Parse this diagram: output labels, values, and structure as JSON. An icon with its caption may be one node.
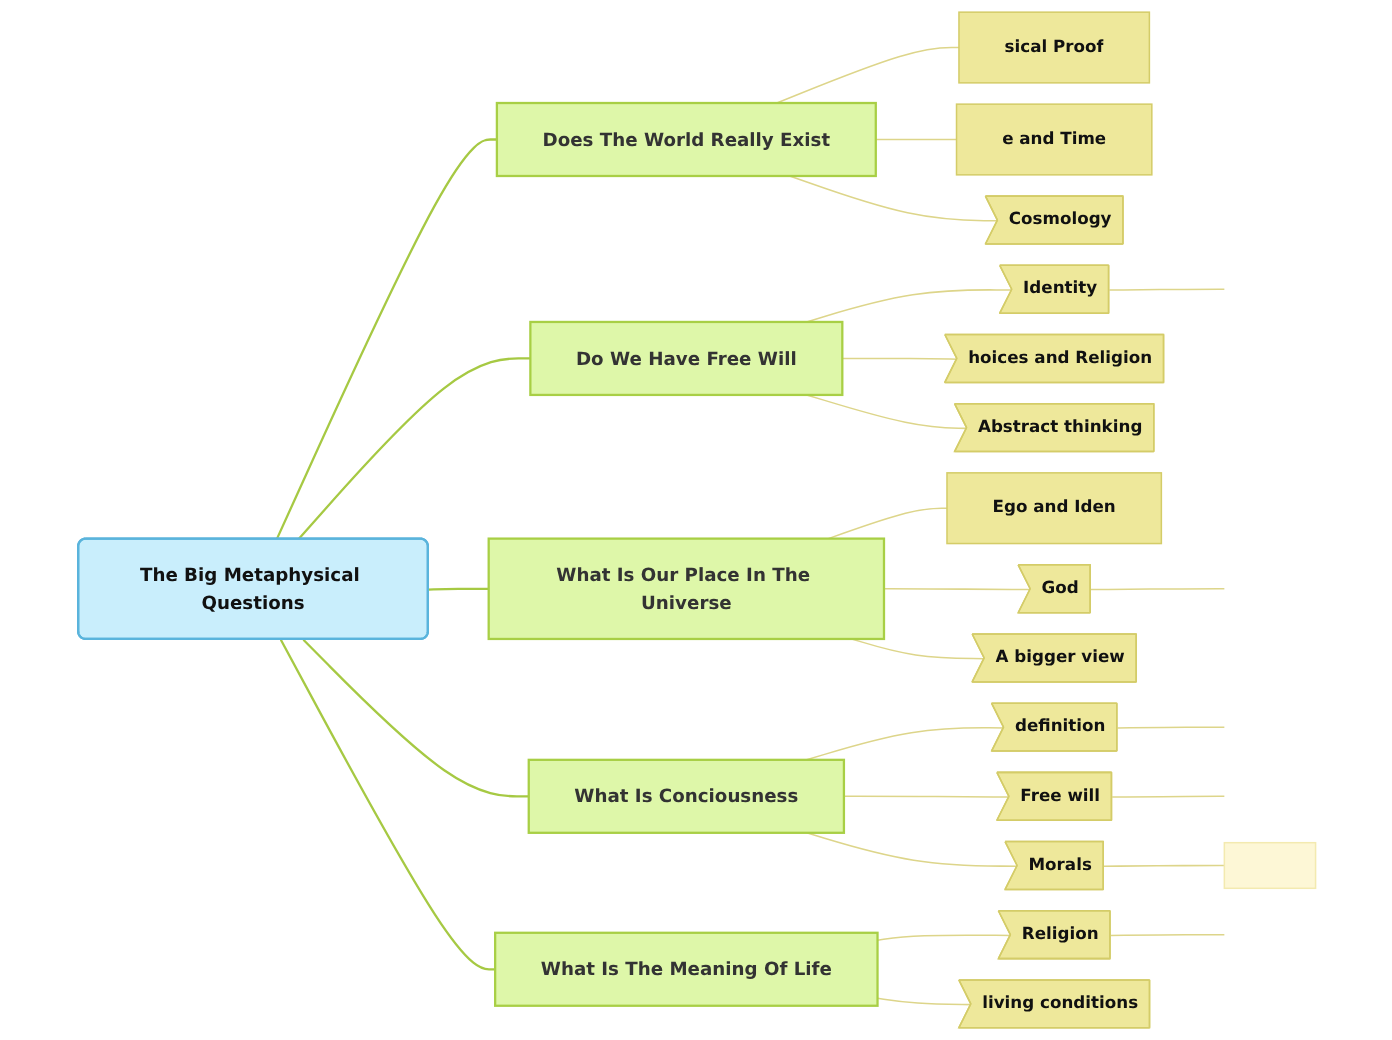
{
  "diagram": {
    "nodes": [
      {
        "text": [
          "The Big Metaphysical Questions"
        ]
      },
      {
        "text": [
          "Does The World Really Exist"
        ]
      },
      {
        "text": [
          "sical Proof"
        ]
      },
      {
        "text": [
          "e and Time"
        ]
      },
      {
        "text": [
          "Cosmology"
        ]
      },
      {
        "text": [
          "Do We Have Free Will"
        ]
      },
      {
        "text": [
          "Identity"
        ]
      },
      {
        "text": [
          "hoices and Religion"
        ]
      },
      {
        "text": [
          "Abstract thinking"
        ]
      },
      {
        "text": [
          "What Is Our Place In The Universe"
        ]
      },
      {
        "text": [
          "Ego and Iden"
        ]
      },
      {
        "text": [
          "God"
        ]
      },
      {
        "text": [
          "A bigger view"
        ]
      },
      {
        "text": [
          "What Is Conciousness"
        ]
      },
      {
        "text": [
          "definition"
        ]
      },
      {
        "text": [
          "Free will"
        ]
      },
      {
        "text": [
          "Morals"
        ]
      },
      {
        "text": [],
        "shape": "box"
      },
      {
        "text": [
          "What Is The Meaning Of Life"
        ]
      },
      {
        "text": [
          "Religion"
        ]
      },
      {
        "text": [
          "living conditions"
        ]
      }
    ],
    "edges": [
      {
        "from": 0,
        "to": 1,
        "arrow": "none"
      },
      {
        "from": 1,
        "to": 2,
        "arrow": "none"
      },
      {
        "from": 1,
        "to": 3,
        "arrow": "none"
      },
      {
        "from": 1,
        "to": 4,
        "arrow": "none"
      },
      {
        "from": 0,
        "to": 5,
        "arrow": "none"
      },
      {
        "from": 5,
        "to": 6,
        "arrow": "none"
      },
      {
        "from": 6,
        "to": null,
        "arrow": "none"
      },
      {
        "from": 5,
        "to": 7,
        "arrow": "none"
      },
      {
        "from": 5,
        "to": 8,
        "arrow": "none"
      },
      {
        "from": 0,
        "to": 9,
        "arrow": "none"
      },
      {
        "from": 9,
        "to": 10,
        "arrow": "none"
      },
      {
        "from": 9,
        "to": 11,
        "arrow": "none"
      },
      {
        "from": 11,
        "to": null,
        "arrow": "none"
      },
      {
        "from": 9,
        "to": 12,
        "arrow": "none"
      },
      {
        "from": 0,
        "to": 13,
        "arrow": "none"
      },
      {
        "from": 13,
        "to": 14,
        "arrow": "none"
      },
      {
        "from": 14,
        "to": null,
        "arrow": "none"
      },
      {
        "from": 13,
        "to": 15,
        "arrow": "none"
      },
      {
        "from": 15,
        "to": null,
        "arrow": "none"
      },
      {
        "from": 13,
        "to": 16,
        "arrow": "none"
      },
      {
        "from": 16,
        "to": 17,
        "arrow": "none"
      },
      {
        "from": 0,
        "to": 18,
        "arrow": "none"
      },
      {
        "from": 18,
        "to": 19,
        "arrow": "none"
      },
      {
        "from": 19,
        "to": null,
        "arrow": "none"
      },
      {
        "from": 18,
        "to": 20,
        "arrow": "none"
      }
    ]
  }
}
